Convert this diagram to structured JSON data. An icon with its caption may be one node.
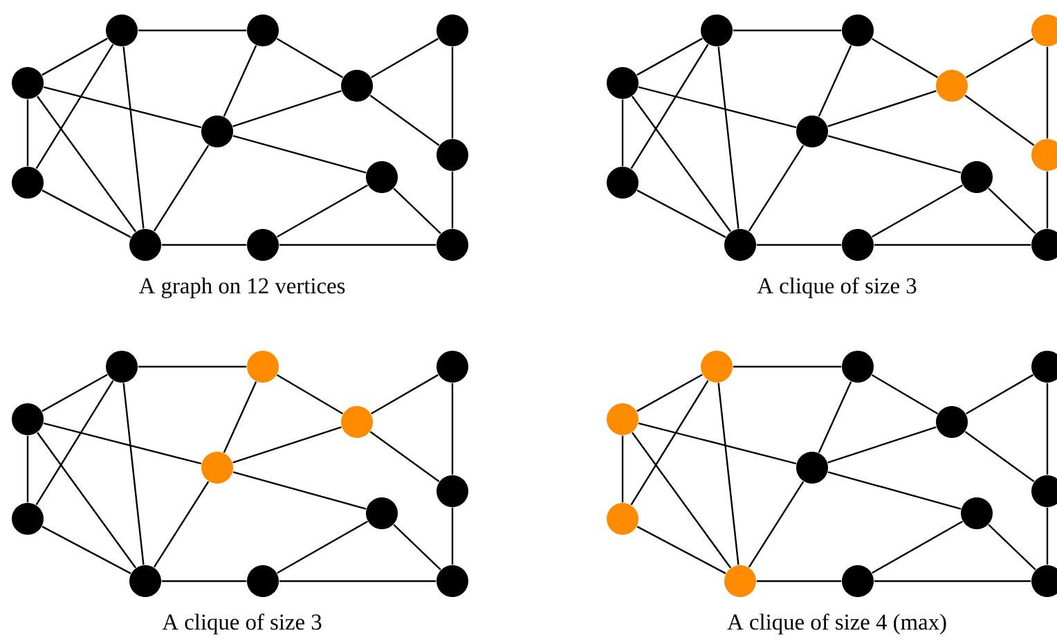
{
  "diagram": {
    "nodes": [
      {
        "text": [],
        "shape": "circle"
      },
      {
        "text": [],
        "shape": "circle"
      },
      {
        "text": [],
        "shape": "circle"
      },
      {
        "text": [],
        "shape": "circle"
      },
      {
        "text": [],
        "shape": "circle"
      },
      {
        "text": [],
        "shape": "circle"
      },
      {
        "text": [],
        "shape": "circle"
      },
      {
        "text": [],
        "shape": "circle"
      },
      {
        "text": [],
        "shape": "circle"
      },
      {
        "text": [],
        "shape": "circle"
      },
      {
        "text": [],
        "shape": "circle"
      },
      {
        "text": [],
        "shape": "circle"
      },
      {
        "text": [],
        "shape": "circle"
      },
      {
        "text": [],
        "shape": "circle"
      },
      {
        "text": [],
        "shape": "circle"
      },
      {
        "text": [],
        "shape": "circle"
      },
      {
        "text": [],
        "shape": "circle"
      },
      {
        "text": [],
        "shape": "circle"
      },
      {
        "text": [],
        "shape": "circle"
      },
      {
        "text": [],
        "shape": "circle"
      },
      {
        "text": [],
        "shape": "circle"
      },
      {
        "text": [],
        "shape": "circle"
      },
      {
        "text": [],
        "shape": "circle"
      },
      {
        "text": [],
        "shape": "circle"
      },
      {
        "text": [],
        "shape": "circle"
      },
      {
        "text": [],
        "shape": "circle"
      },
      {
        "text": [],
        "shape": "circle"
      },
      {
        "text": [],
        "shape": "circle"
      },
      {
        "text": [],
        "shape": "circle"
      },
      {
        "text": [],
        "shape": "circle"
      },
      {
        "text": [],
        "shape": "circle"
      },
      {
        "text": [],
        "shape": "circle"
      },
      {
        "text": [],
        "shape": "circle"
      },
      {
        "text": [],
        "shape": "circle"
      },
      {
        "text": [],
        "shape": "circle"
      },
      {
        "text": [],
        "shape": "circle"
      },
      {
        "text": [],
        "shape": "circle"
      },
      {
        "text": [],
        "shape": "circle"
      },
      {
        "text": [],
        "shape": "circle"
      },
      {
        "text": [],
        "shape": "circle"
      },
      {
        "text": [],
        "shape": "circle"
      },
      {
        "text": [],
        "shape": "circle"
      },
      {
        "text": [],
        "shape": "circle"
      },
      {
        "text": [],
        "shape": "circle"
      },
      {
        "text": [],
        "shape": "circle"
      },
      {
        "text": [],
        "shape": "circle"
      },
      {
        "text": [],
        "shape": "circle"
      },
      {
        "text": [],
        "shape": "circle"
      }
    ],
    "edges": [
      {
        "from": 0,
        "to": 3,
        "arrow": "none"
      },
      {
        "from": 3,
        "to": 5,
        "arrow": "none"
      },
      {
        "from": 3,
        "to": 9,
        "arrow": "none"
      },
      {
        "from": 3,
        "to": 8,
        "arrow": "none"
      },
      {
        "from": 0,
        "to": 8,
        "arrow": "none"
      },
      {
        "from": 8,
        "to": 9,
        "arrow": "none"
      },
      {
        "from": 0,
        "to": 1,
        "arrow": "none"
      },
      {
        "from": 0,
        "to": 9,
        "arrow": "none"
      },
      {
        "from": 1,
        "to": 5,
        "arrow": "none"
      },
      {
        "from": 1,
        "to": 4,
        "arrow": "none"
      },
      {
        "from": 4,
        "to": 5,
        "arrow": "none"
      },
      {
        "from": 5,
        "to": 9,
        "arrow": "none"
      },
      {
        "from": 5,
        "to": 7,
        "arrow": "none"
      },
      {
        "from": 2,
        "to": 4,
        "arrow": "none"
      },
      {
        "from": 4,
        "to": 6,
        "arrow": "none"
      },
      {
        "from": 2,
        "to": 6,
        "arrow": "none"
      },
      {
        "from": 6,
        "to": 11,
        "arrow": "none"
      },
      {
        "from": 7,
        "to": 10,
        "arrow": "none"
      },
      {
        "from": 7,
        "to": 11,
        "arrow": "none"
      },
      {
        "from": 9,
        "to": 10,
        "arrow": "none"
      },
      {
        "from": 10,
        "to": 11,
        "arrow": "none"
      },
      {
        "from": 12,
        "to": 15,
        "arrow": "none"
      },
      {
        "from": 15,
        "to": 17,
        "arrow": "none"
      },
      {
        "from": 15,
        "to": 21,
        "arrow": "none"
      },
      {
        "from": 15,
        "to": 20,
        "arrow": "none"
      },
      {
        "from": 12,
        "to": 20,
        "arrow": "none"
      },
      {
        "from": 20,
        "to": 21,
        "arrow": "none"
      },
      {
        "from": 12,
        "to": 13,
        "arrow": "none"
      },
      {
        "from": 12,
        "to": 21,
        "arrow": "none"
      },
      {
        "from": 13,
        "to": 17,
        "arrow": "none"
      },
      {
        "from": 13,
        "to": 16,
        "arrow": "none"
      },
      {
        "from": 16,
        "to": 17,
        "arrow": "none"
      },
      {
        "from": 17,
        "to": 21,
        "arrow": "none"
      },
      {
        "from": 17,
        "to": 19,
        "arrow": "none"
      },
      {
        "from": 14,
        "to": 16,
        "arrow": "none"
      },
      {
        "from": 16,
        "to": 18,
        "arrow": "none"
      },
      {
        "from": 14,
        "to": 18,
        "arrow": "none"
      },
      {
        "from": 18,
        "to": 23,
        "arrow": "none"
      },
      {
        "from": 19,
        "to": 22,
        "arrow": "none"
      },
      {
        "from": 19,
        "to": 23,
        "arrow": "none"
      },
      {
        "from": 21,
        "to": 22,
        "arrow": "none"
      },
      {
        "from": 22,
        "to": 23,
        "arrow": "none"
      },
      {
        "from": 24,
        "to": 27,
        "arrow": "none"
      },
      {
        "from": 27,
        "to": 29,
        "arrow": "none"
      },
      {
        "from": 27,
        "to": 33,
        "arrow": "none"
      },
      {
        "from": 27,
        "to": 32,
        "arrow": "none"
      },
      {
        "from": 24,
        "to": 32,
        "arrow": "none"
      },
      {
        "from": 32,
        "to": 33,
        "arrow": "none"
      },
      {
        "from": 24,
        "to": 25,
        "arrow": "none"
      },
      {
        "from": 24,
        "to": 33,
        "arrow": "none"
      },
      {
        "from": 25,
        "to": 29,
        "arrow": "none"
      },
      {
        "from": 25,
        "to": 28,
        "arrow": "none"
      },
      {
        "from": 28,
        "to": 29,
        "arrow": "none"
      },
      {
        "from": 29,
        "to": 33,
        "arrow": "none"
      },
      {
        "from": 29,
        "to": 31,
        "arrow": "none"
      },
      {
        "from": 26,
        "to": 28,
        "arrow": "none"
      },
      {
        "from": 28,
        "to": 30,
        "arrow": "none"
      },
      {
        "from": 26,
        "to": 30,
        "arrow": "none"
      },
      {
        "from": 30,
        "to": 35,
        "arrow": "none"
      },
      {
        "from": 31,
        "to": 34,
        "arrow": "none"
      },
      {
        "from": 31,
        "to": 35,
        "arrow": "none"
      },
      {
        "from": 33,
        "to": 34,
        "arrow": "none"
      },
      {
        "from": 34,
        "to": 35,
        "arrow": "none"
      },
      {
        "from": 36,
        "to": 39,
        "arrow": "none"
      },
      {
        "from": 39,
        "to": 41,
        "arrow": "none"
      },
      {
        "from": 39,
        "to": 45,
        "arrow": "none"
      },
      {
        "from": 39,
        "to": 44,
        "arrow": "none"
      },
      {
        "from": 36,
        "to": 44,
        "arrow": "none"
      },
      {
        "from": 44,
        "to": 45,
        "arrow": "none"
      },
      {
        "from": 36,
        "to": 37,
        "arrow": "none"
      },
      {
        "from": 36,
        "to": 45,
        "arrow": "none"
      },
      {
        "from": 37,
        "to": 41,
        "arrow": "none"
      },
      {
        "from": 37,
        "to": 40,
        "arrow": "none"
      },
      {
        "from": 40,
        "to": 41,
        "arrow": "none"
      },
      {
        "from": 41,
        "to": 45,
        "arrow": "none"
      },
      {
        "from": 41,
        "to": 43,
        "arrow": "none"
      },
      {
        "from": 38,
        "to": 40,
        "arrow": "none"
      },
      {
        "from": 40,
        "to": 42,
        "arrow": "none"
      },
      {
        "from": 38,
        "to": 42,
        "arrow": "none"
      },
      {
        "from": 42,
        "to": 47,
        "arrow": "none"
      },
      {
        "from": 43,
        "to": 46,
        "arrow": "none"
      },
      {
        "from": 43,
        "to": 47,
        "arrow": "none"
      },
      {
        "from": 45,
        "to": 46,
        "arrow": "none"
      },
      {
        "from": 46,
        "to": 47,
        "arrow": "none"
      }
    ],
    "labels": [
      "A graph on 12 vertices",
      "A clique of size 3",
      "A clique of size 3",
      "A clique of size 4 (max)"
    ]
  }
}
